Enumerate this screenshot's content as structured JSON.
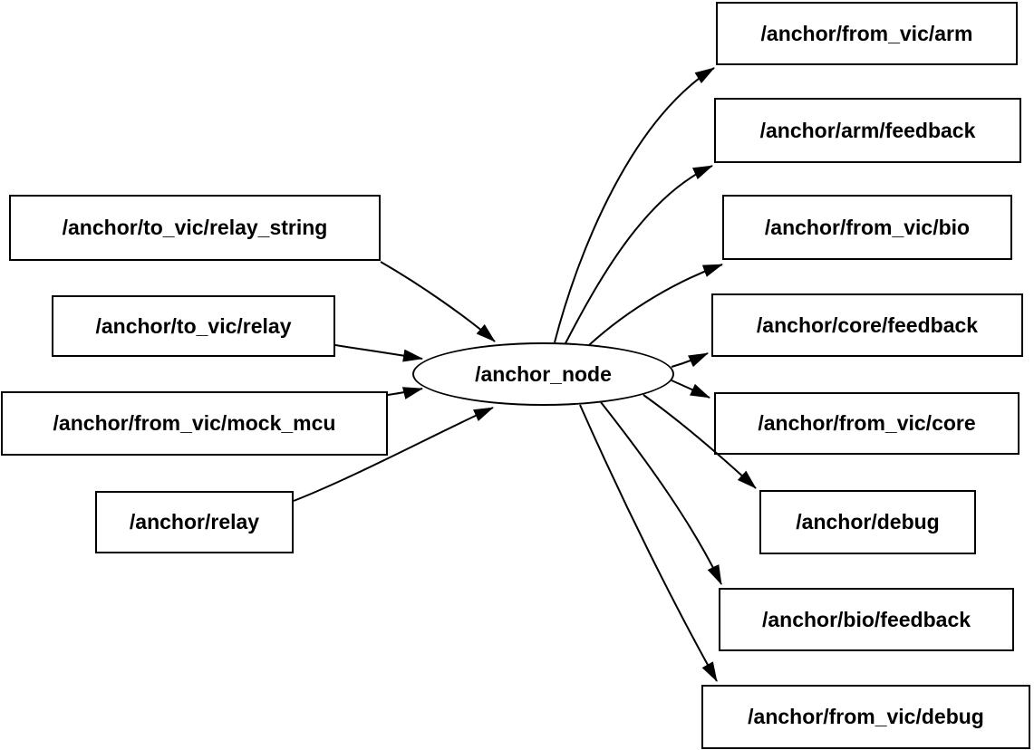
{
  "diagram": {
    "type": "node-graph",
    "background_color": "#ffffff",
    "stroke_color": "#000000",
    "text_color": "#000000",
    "center_node": {
      "label": "/anchor_node",
      "shape": "ellipse"
    },
    "publishers": [
      {
        "label": "/anchor/to_vic/relay_string",
        "shape": "box"
      },
      {
        "label": "/anchor/to_vic/relay",
        "shape": "box"
      },
      {
        "label": "/anchor/from_vic/mock_mcu",
        "shape": "box"
      },
      {
        "label": "/anchor/relay",
        "shape": "box"
      }
    ],
    "subscribers": [
      {
        "label": "/anchor/from_vic/arm",
        "shape": "box"
      },
      {
        "label": "/anchor/arm/feedback",
        "shape": "box"
      },
      {
        "label": "/anchor/from_vic/bio",
        "shape": "box"
      },
      {
        "label": "/anchor/core/feedback",
        "shape": "box"
      },
      {
        "label": "/anchor/from_vic/core",
        "shape": "box"
      },
      {
        "label": "/anchor/debug",
        "shape": "box"
      },
      {
        "label": "/anchor/bio/feedback",
        "shape": "box"
      },
      {
        "label": "/anchor/from_vic/debug",
        "shape": "box"
      }
    ],
    "edges": [
      {
        "from": "/anchor/to_vic/relay_string",
        "to": "/anchor_node"
      },
      {
        "from": "/anchor/to_vic/relay",
        "to": "/anchor_node"
      },
      {
        "from": "/anchor/from_vic/mock_mcu",
        "to": "/anchor_node"
      },
      {
        "from": "/anchor/relay",
        "to": "/anchor_node"
      },
      {
        "from": "/anchor_node",
        "to": "/anchor/from_vic/arm"
      },
      {
        "from": "/anchor_node",
        "to": "/anchor/arm/feedback"
      },
      {
        "from": "/anchor_node",
        "to": "/anchor/from_vic/bio"
      },
      {
        "from": "/anchor_node",
        "to": "/anchor/core/feedback"
      },
      {
        "from": "/anchor_node",
        "to": "/anchor/from_vic/core"
      },
      {
        "from": "/anchor_node",
        "to": "/anchor/debug"
      },
      {
        "from": "/anchor_node",
        "to": "/anchor/bio/feedback"
      },
      {
        "from": "/anchor_node",
        "to": "/anchor/from_vic/debug"
      }
    ]
  }
}
